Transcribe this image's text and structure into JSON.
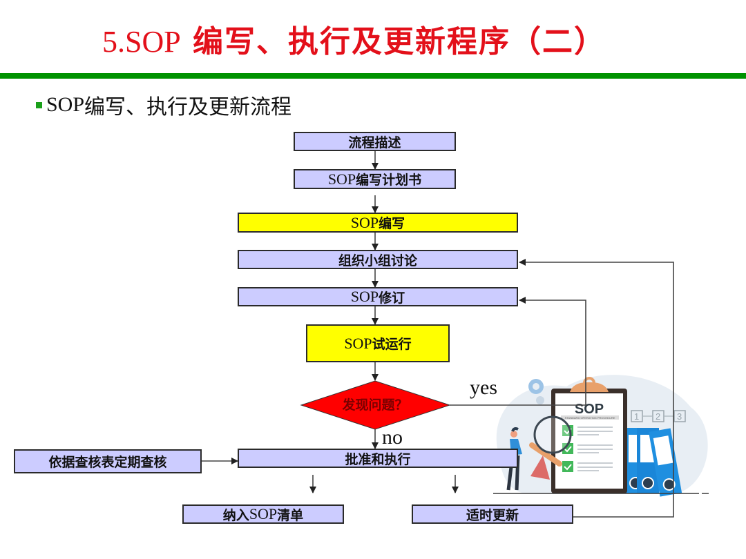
{
  "slide": {
    "title_prefix": "5.SOP",
    "title_main": " 编写、执行及更新程序（二）",
    "subtitle_prefix": "SOP",
    "subtitle_main": "编写、执行及更新流程"
  },
  "flow": {
    "step1": "流程描述",
    "step2_prefix": "SOP",
    "step2_main": "编写计划书",
    "step3_prefix": "SOP",
    "step3_main": "编写",
    "step4": "组织小组讨论",
    "step5_prefix": "SOP",
    "step5_main": "修订",
    "step6_prefix": "SOP",
    "step6_main": "试运行",
    "decision": "发现问题？",
    "yes_label": "yes",
    "no_label": "no",
    "step7": "批准和执行",
    "audit": "依据查核表定期查核",
    "out1_prefix": "纳入",
    "out1_mid": "SOP",
    "out1_suffix": "清单",
    "out2": "适时更新"
  },
  "illustration": {
    "clipboard_title": "SOP",
    "clipboard_caption": "STANDARD OPERATING PROCEDURE",
    "steps": [
      "1",
      "2",
      "3"
    ]
  },
  "colors": {
    "title_red": "#e3101a",
    "rule_green": "#009200",
    "box_lavender": "#ccccff",
    "box_yellow": "#ffff00",
    "decision_red": "#ff0000"
  }
}
